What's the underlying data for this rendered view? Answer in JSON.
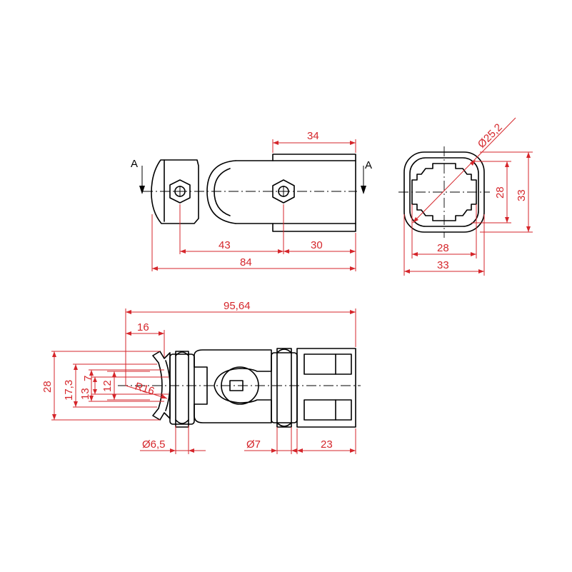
{
  "section_label": "A",
  "front_view": {
    "dims": {
      "top_width": "34",
      "left_span": "43",
      "right_span": "30",
      "overall_length": "84"
    }
  },
  "end_view": {
    "dims": {
      "diameter": "Ø25,2",
      "inner_height": "28",
      "outer_height": "33",
      "inner_width": "28",
      "outer_width": "33"
    }
  },
  "top_view": {
    "dims": {
      "overall_length": "95,64",
      "jaw_length": "16",
      "height_28": "28",
      "height_17_3": "17,3",
      "height_13": "13",
      "height_7": "7",
      "height_12": "12",
      "radius": "R16",
      "hole_1": "Ø6,5",
      "hole_2": "Ø7",
      "tube_length": "23"
    }
  },
  "colors": {
    "dimension": "#d5262b",
    "outline": "#000000",
    "background": "#ffffff"
  }
}
